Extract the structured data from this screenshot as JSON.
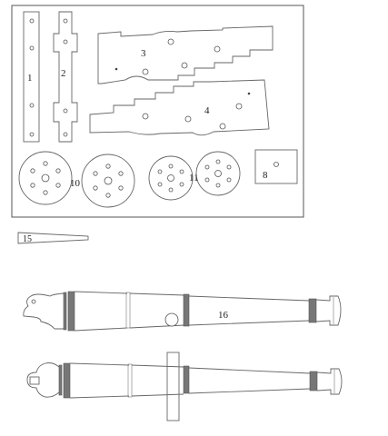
{
  "parts": {
    "p1": "1",
    "p2": "2",
    "p3": "3",
    "p4": "4",
    "p8": "8",
    "p10": "10",
    "p11": "11",
    "p15": "15",
    "p16": "16"
  }
}
